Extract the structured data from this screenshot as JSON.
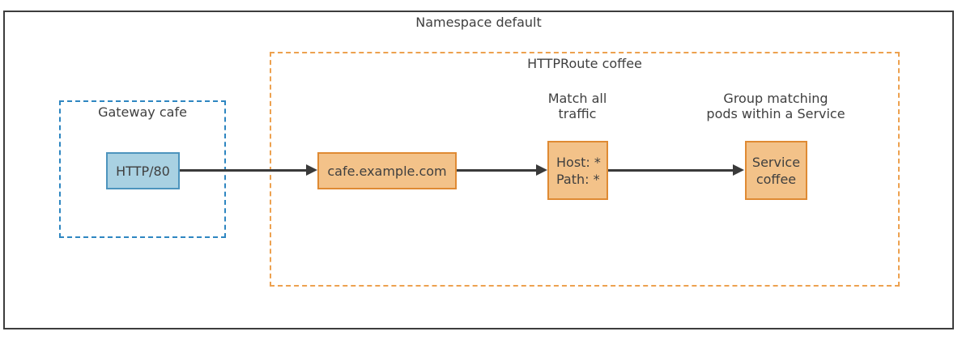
{
  "title": "Namespace default",
  "gateway": {
    "label": "Gateway cafe",
    "listener": "HTTP/80"
  },
  "httproute": {
    "label": "HTTPRoute coffee",
    "hostname": "cafe.example.com",
    "match_annotation": "Match all\ntraffic",
    "match_rules": "Host: *\nPath: *",
    "service_annotation": "Group matching\npods within a Service",
    "service": "Service\ncoffee"
  },
  "colors": {
    "gateway_node_fill": "#a9d1e2",
    "gateway_node_border": "#4d94bd",
    "gateway_boundary_dash": "#2e86c1",
    "route_node_fill": "#f3c289",
    "route_node_border": "#df8a33",
    "route_boundary_dash": "#eda14f",
    "arrow": "#3a3a3a",
    "text": "#3f3f3f",
    "frame_border": "#3d3d3d"
  }
}
